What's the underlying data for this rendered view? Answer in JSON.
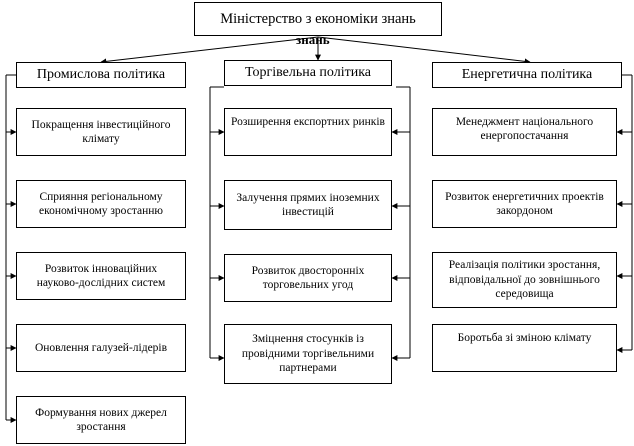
{
  "title": "Міністерство з економіки знань",
  "title_overlap_text": "знань",
  "columns": [
    {
      "header": "Промислова політика",
      "items": [
        "Покращення інвестиційного клімату",
        "Сприяння регіональному економічному зростанню",
        "Розвиток інноваційних науково-дослідних систем",
        "Оновлення галузей-лідерів",
        "Формування нових джерел зростання"
      ]
    },
    {
      "header": "Торгівельна політика",
      "items": [
        "Розширення експортних ринків",
        "Залучення прямих іноземних інвестицій",
        "Розвиток двосторонніх торговельних угод",
        "Зміцнення стосунків із провідними торгівельними партнерами"
      ]
    },
    {
      "header": "Енергетична політика",
      "items": [
        "Менеджмент національного енергопостачання",
        "Розвиток енергетичних проектів закордоном",
        "Реалізація політики зростання, відповідальної до зовнішнього середовища",
        "Боротьба зі зміною клімату"
      ]
    }
  ]
}
